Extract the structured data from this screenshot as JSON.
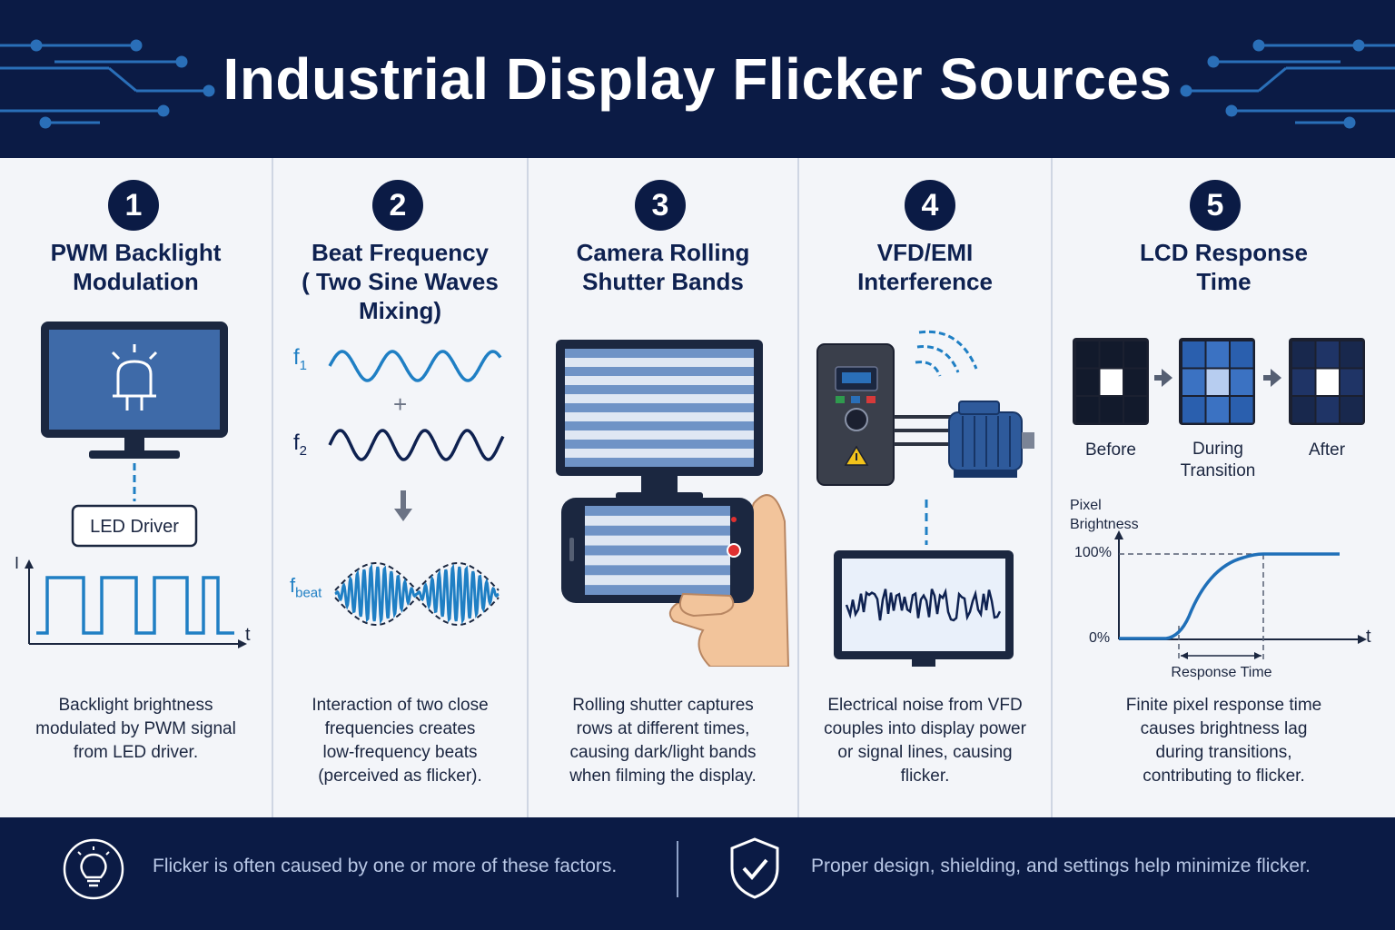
{
  "header": {
    "title": "Industrial Display Flicker Sources"
  },
  "panels": [
    {
      "number": "1",
      "title_lines": [
        "PWM Backlight",
        "Modulation"
      ],
      "driver_label": "LED Driver",
      "axis_i": "I",
      "axis_t": "t",
      "desc_lines": [
        "Backlight brightness",
        "modulated by PWM signal",
        "from LED driver."
      ]
    },
    {
      "number": "2",
      "title_lines": [
        "Beat Frequency",
        "( Two Sine Waves",
        "Mixing)"
      ],
      "f1": "f",
      "f1_sub": "1",
      "plus": "+",
      "f2": "f",
      "f2_sub": "2",
      "fbeat": "f",
      "fbeat_sub": "beat",
      "desc_lines": [
        "Interaction of two close",
        "frequencies creates",
        "low-frequency beats",
        "(perceived as flicker)."
      ]
    },
    {
      "number": "3",
      "title_lines": [
        "Camera Rolling",
        "Shutter Bands"
      ],
      "desc_lines": [
        "Rolling shutter captures",
        "rows at different times,",
        "causing dark/light bands",
        "when filming the display."
      ]
    },
    {
      "number": "4",
      "title_lines": [
        "VFD/EMI",
        "Interference"
      ],
      "desc_lines": [
        "Electrical noise from VFD",
        "couples into display power",
        "or signal lines, causing",
        "flicker."
      ]
    },
    {
      "number": "5",
      "title_lines": [
        "LCD Response",
        "Time"
      ],
      "states": [
        "Before",
        "During\nTransition",
        "After"
      ],
      "state_before": "Before",
      "state_during_1": "During",
      "state_during_2": "Transition",
      "state_after": "After",
      "ylabel_1": "Pixel",
      "ylabel_2": "Brightness",
      "y_high": "100%",
      "y_low": "0%",
      "axis_t": "t",
      "response_label": "Response Time",
      "desc_lines": [
        "Finite pixel response time",
        "causes brightness lag",
        "during transitions,",
        "contributing to flicker."
      ]
    }
  ],
  "footer": {
    "left_icon": "lightbulb-icon",
    "left_text": "Flicker is often caused by one or more of these factors.",
    "right_icon": "shield-check-icon",
    "right_text": "Proper design, shielding, and settings help minimize flicker."
  },
  "colors": {
    "navy": "#0b1b45",
    "accent_blue": "#1f7fc4",
    "screen_blue": "#3e6aa8",
    "circuit_blue": "#2a6fb8"
  }
}
